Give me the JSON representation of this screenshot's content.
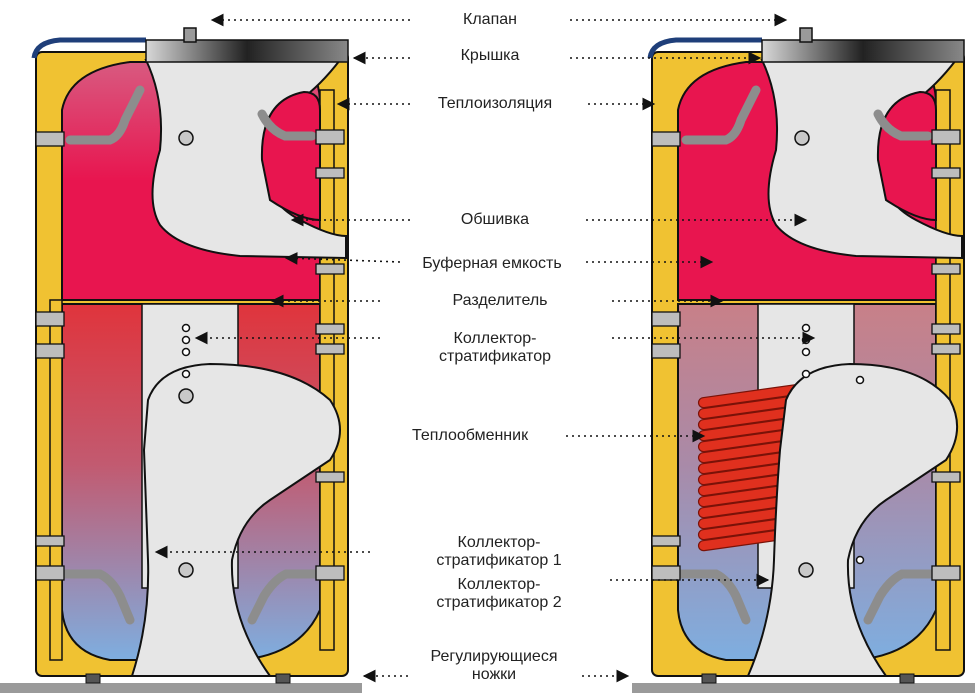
{
  "labels": {
    "valve": "Клапан",
    "lid": "Крышка",
    "insulation": "Теплоизоляция",
    "casing": "Обшивка",
    "buffer_tank": "Буферная емкость",
    "separator": "Разделитель",
    "collector_stratifier_line1": "Коллектор-",
    "collector_stratifier_line2": "стратификатор",
    "heat_exchanger": "Теплообменник",
    "collector_1_line1": "Коллектор-",
    "collector_1_line2": "стратификатор 1",
    "collector_2_line1": "Коллектор-",
    "collector_2_line2": "стратификатор 2",
    "feet_line1": "Регулирующиеся",
    "feet_line2": "ножки"
  },
  "colors": {
    "insulation": "#f0c232",
    "hot": "#e8154f",
    "mid": "#e0404a",
    "cool": "#7ba7d8",
    "casing": "#e6e6e6",
    "lid": "#555555",
    "coil": "#e0301e",
    "floor": "#999999",
    "outline": "#111111"
  }
}
